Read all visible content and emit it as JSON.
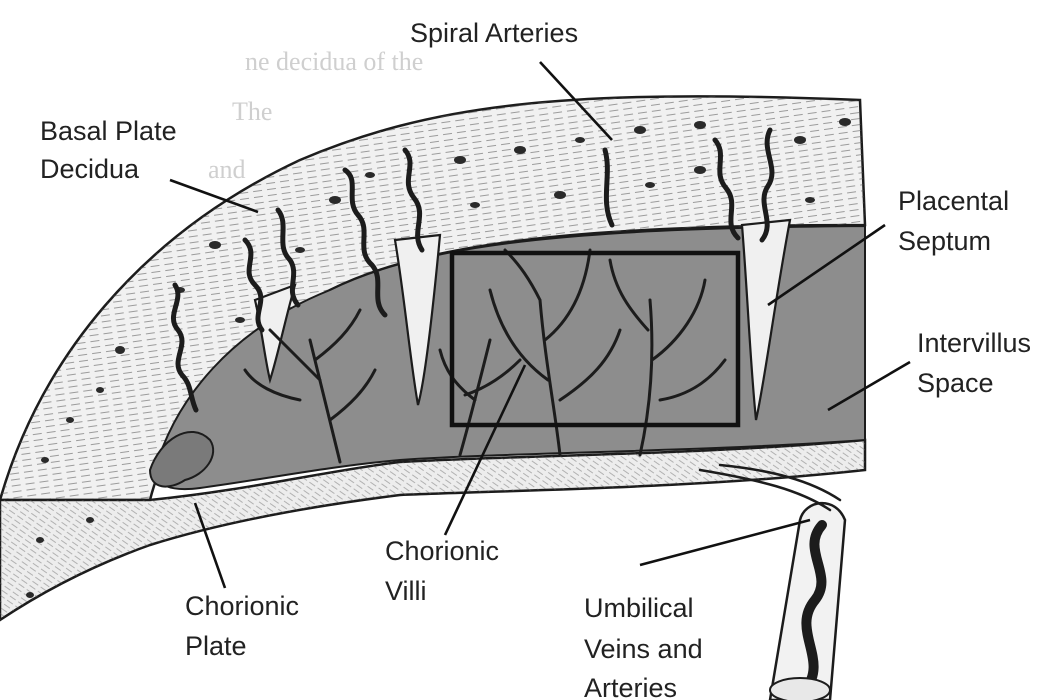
{
  "diagram": {
    "labels": {
      "spiral_arteries": "Spiral Arteries",
      "basal_plate_1": "Basal Plate",
      "basal_plate_2": "Decidua",
      "placental_septum_1": "Placental",
      "placental_septum_2": "Septum",
      "intervillus_1": "Intervillus",
      "intervillus_2": "Space",
      "chorionic_villi_1": "Chorionic",
      "chorionic_villi_2": "Villi",
      "chorionic_plate_1": "Chorionic",
      "chorionic_plate_2": "Plate",
      "umbilical_1": "Umbilical",
      "umbilical_2": "Veins and",
      "umbilical_3": "Arteries"
    },
    "background_text": [
      "ne decidua of the",
      "The",
      "and"
    ],
    "colors": {
      "intervillous_fill": "#8d8d8d",
      "tissue_fill": "#f1f1f1",
      "line": "#1c1c1c",
      "highlight_box": "#111111"
    }
  }
}
